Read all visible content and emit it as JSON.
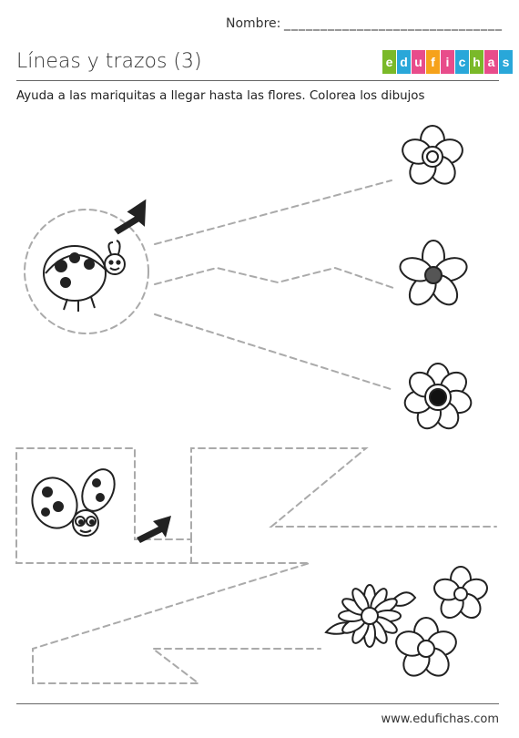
{
  "header": {
    "name_label": "Nombre:",
    "name_line": "______________________________"
  },
  "title": "Líneas y trazos (3)",
  "logo": {
    "letters": [
      "e",
      "d",
      "u",
      "f",
      "i",
      "c",
      "h",
      "a",
      "s"
    ],
    "colors": [
      "#7ab929",
      "#29a7d9",
      "#e84c8b",
      "#f6a21b",
      "#e84c8b",
      "#29a7d9",
      "#7ab929",
      "#e84c8b",
      "#29a7d9"
    ]
  },
  "instructions": "Ayuda a las mariquitas a llegar hasta las flores. Colorea los dibujos",
  "footer": "www.edufichas.com"
}
